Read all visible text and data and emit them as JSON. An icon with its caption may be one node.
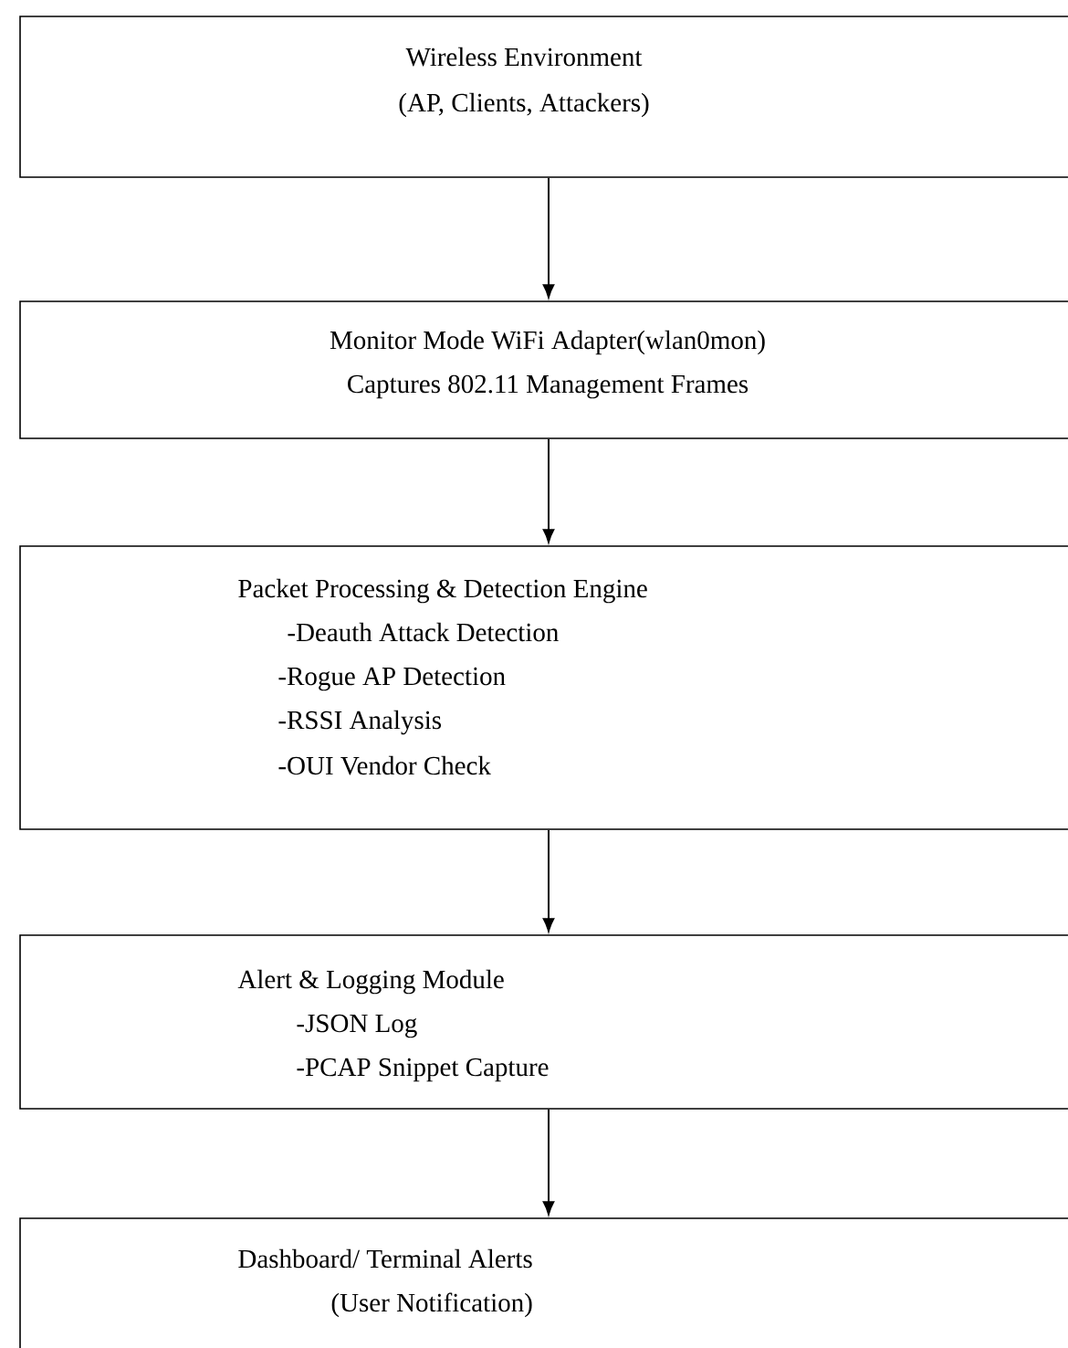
{
  "diagram": {
    "nodes": [
      {
        "text": [
          "Wireless Environment",
          "(AP, Clients, Attackers)"
        ]
      },
      {
        "text": [
          "Monitor Mode WiFi Adapter(wlan0mon)",
          "Captures 802.11 Management Frames"
        ]
      },
      {
        "text": [
          "Packet Processing & Detection Engine",
          "-Deauth Attack Detection",
          "-Rogue AP Detection",
          "-RSSI Analysis",
          "-OUI Vendor Check"
        ]
      },
      {
        "text": [
          "Alert & Logging Module",
          "-JSON Log",
          "-PCAP Snippet Capture"
        ]
      },
      {
        "text": [
          "Dashboard/ Terminal Alerts",
          "(User Notification)"
        ]
      }
    ],
    "edges": [
      {
        "from": 0,
        "to": 1,
        "arrow": "to"
      },
      {
        "from": 1,
        "to": 2,
        "arrow": "to"
      },
      {
        "from": 2,
        "to": 3,
        "arrow": "to"
      },
      {
        "from": 3,
        "to": 4,
        "arrow": "to"
      }
    ]
  }
}
